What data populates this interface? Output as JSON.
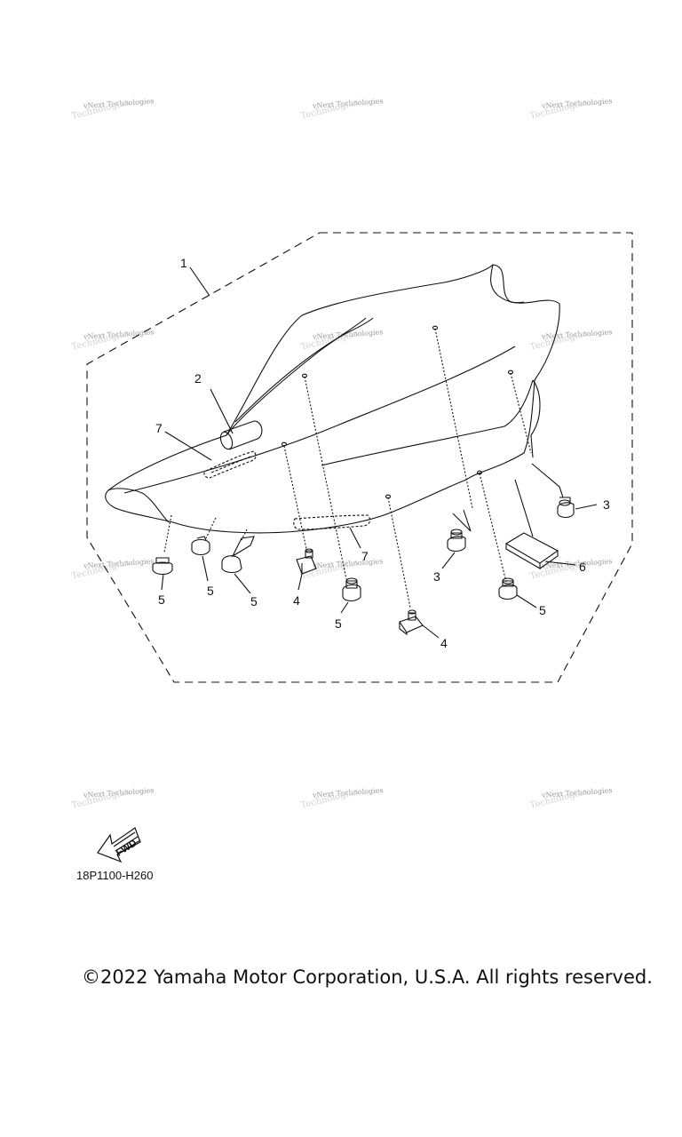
{
  "watermark": {
    "line1": "vNext Technologies",
    "line2": "Technologies"
  },
  "callouts": {
    "c1": "1",
    "c2": "2",
    "c7a": "7",
    "c7b": "7",
    "c3a": "3",
    "c3b": "3",
    "c4a": "4",
    "c4b": "4",
    "c5a": "5",
    "c5b": "5",
    "c5c": "5",
    "c5d": "5",
    "c5e": "5",
    "c6": "6"
  },
  "fwd_label": "FWD",
  "part_code": "18P1100-H260",
  "copyright": "©2022 Yamaha Motor Corporation, U.S.A. All rights reserved."
}
